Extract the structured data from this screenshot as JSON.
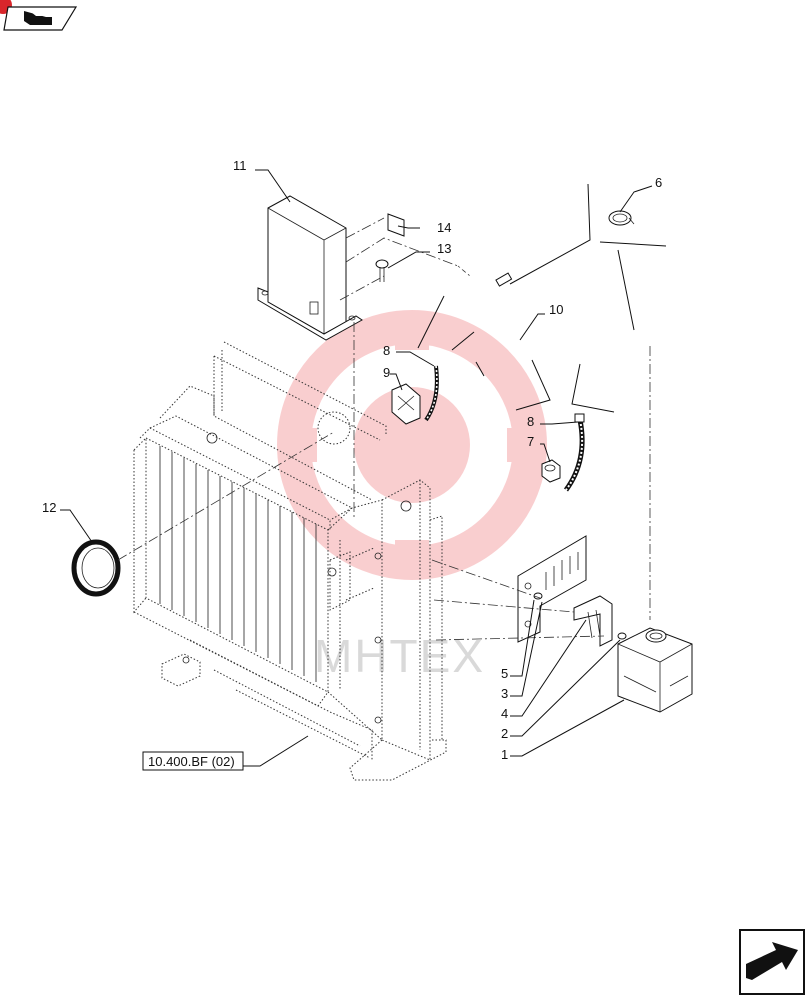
{
  "watermark": {
    "text": "MHTEX",
    "color": "#e8262b"
  },
  "reference_box": {
    "label": "10.400.BF (02)"
  },
  "callouts": [
    {
      "id": "c11",
      "label": "11"
    },
    {
      "id": "c14",
      "label": "14"
    },
    {
      "id": "c13",
      "label": "13"
    },
    {
      "id": "c6",
      "label": "6"
    },
    {
      "id": "c10",
      "label": "10"
    },
    {
      "id": "c8a",
      "label": "8"
    },
    {
      "id": "c9",
      "label": "9"
    },
    {
      "id": "c8b",
      "label": "8"
    },
    {
      "id": "c7",
      "label": "7"
    },
    {
      "id": "c12",
      "label": "12"
    },
    {
      "id": "c5",
      "label": "5"
    },
    {
      "id": "c3",
      "label": "3"
    },
    {
      "id": "c4",
      "label": "4"
    },
    {
      "id": "c2",
      "label": "2"
    },
    {
      "id": "c1",
      "label": "1"
    }
  ],
  "icons": {
    "top_left": "book-arrow-icon",
    "bottom_right": "next-page-arrow-icon"
  }
}
